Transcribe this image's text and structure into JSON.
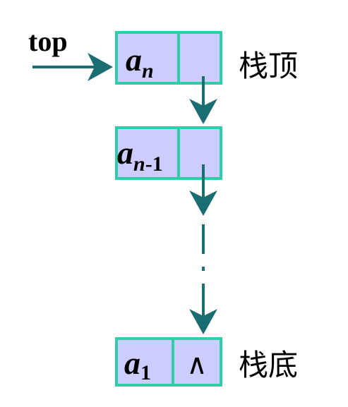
{
  "pointer": {
    "label": "top"
  },
  "nodes": [
    {
      "data_main": "a",
      "data_sub": "n",
      "next": "pointer",
      "side_label": "栈顶"
    },
    {
      "data_main": "a",
      "data_sub": "n",
      "data_sub_suffix": "-1",
      "next": "pointer",
      "side_label": ""
    },
    {
      "data_main": "a",
      "data_sub": "1",
      "next": "∧",
      "side_label": "栈底"
    }
  ],
  "colors": {
    "cell_fill": "#ccccff",
    "cell_border": "#2ecfa6",
    "arrow": "#1a6e72"
  }
}
